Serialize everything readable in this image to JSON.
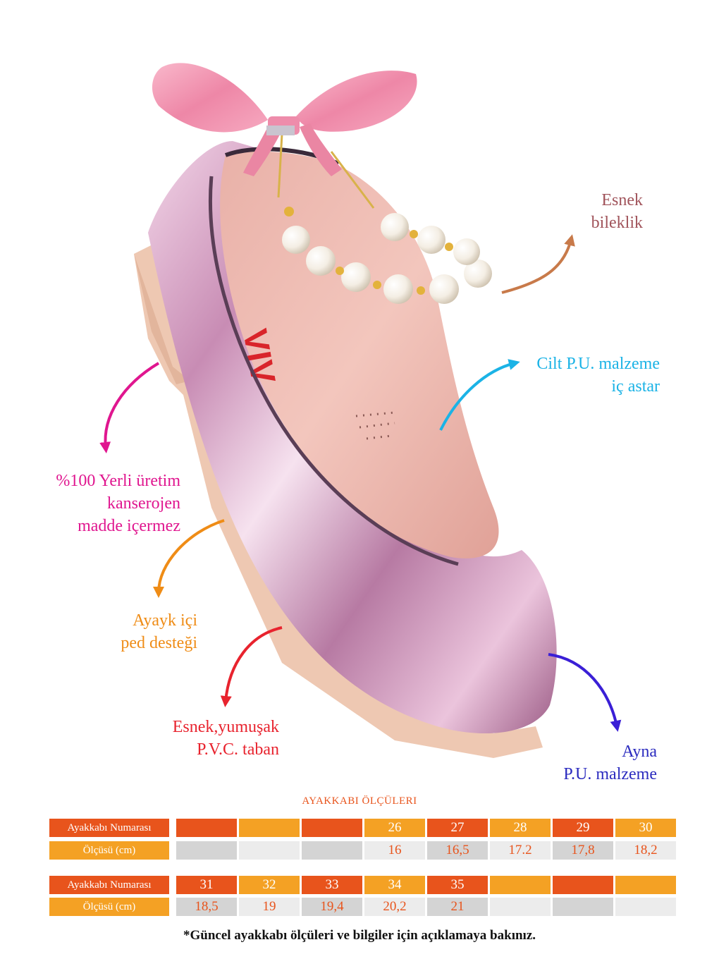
{
  "features": {
    "bracelet": {
      "lines": [
        "Esnek",
        "bileklik"
      ],
      "color": "#a0535a"
    },
    "lining": {
      "lines": [
        "Cilt P.U. malzeme",
        "iç astar"
      ],
      "color": "#1bb3e6"
    },
    "local": {
      "lines": [
        "%100 Yerli üretim",
        "kanserojen",
        "madde içermez"
      ],
      "color": "#e0168f"
    },
    "pad": {
      "lines": [
        "Ayayk içi",
        "ped desteği"
      ],
      "color": "#ef8c16"
    },
    "sole": {
      "lines": [
        "Esnek,yumuşak",
        "P.V.C. taban"
      ],
      "color": "#e8232e"
    },
    "mirror": {
      "lines": [
        "Ayna",
        "P.U. malzeme"
      ],
      "color": "#2b2bbf"
    }
  },
  "arrow_colors": {
    "bracelet": "#c87a4a",
    "lining": "#1bb3e6",
    "local": "#e0168f",
    "pad": "#ef8c16",
    "sole": "#e8232e",
    "mirror": "#3a1fd6"
  },
  "size_table": {
    "title": "AYAKKABI ÖLÇÜLERI",
    "number_label": "Ayakkabı Numarası",
    "measure_label": "Ölçüsü (cm)",
    "block1": {
      "numbers": [
        "",
        "",
        "",
        "26",
        "27",
        "28",
        "29",
        "30"
      ],
      "measures": [
        "",
        "",
        "",
        "16",
        "16,5",
        "17.2",
        "17,8",
        "18,2"
      ]
    },
    "block2": {
      "numbers": [
        "31",
        "32",
        "33",
        "34",
        "35",
        "",
        "",
        ""
      ],
      "measures": [
        "18,5",
        "19",
        "19,4",
        "20,2",
        "21",
        "",
        "",
        ""
      ]
    },
    "colors": {
      "orange_dark": "#e8541c",
      "orange_light": "#f4a124",
      "gray_dark": "#d4d4d4",
      "gray_light": "#ececec"
    }
  },
  "footnote": "*Güncel ayakkabı ölçüleri ve bilgiler için açıklamaya bakınız."
}
